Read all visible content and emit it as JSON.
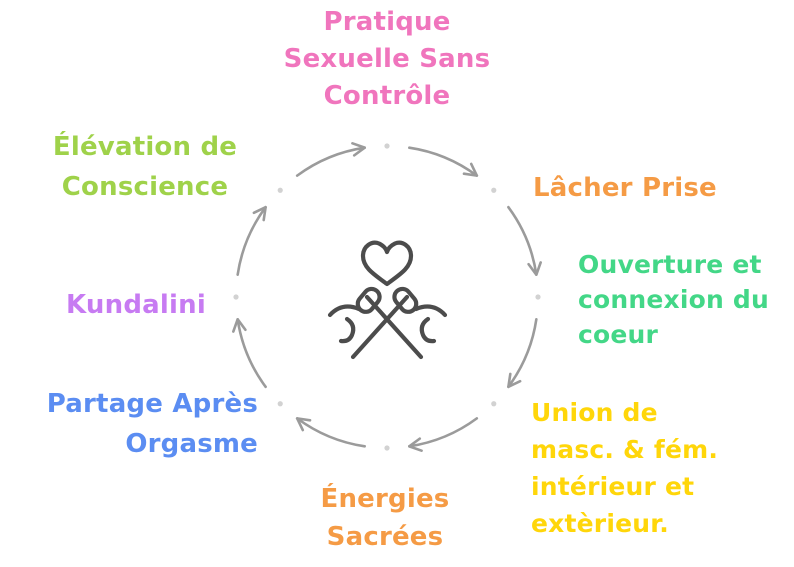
{
  "diagram": {
    "type": "cycle",
    "flow": "clockwise",
    "arrow_color": "#9b9b9b",
    "dot_color": "#d2d2d2",
    "icon": {
      "name": "heart-over-crossed-hands",
      "color": "#4c4c4c"
    },
    "nodes": [
      {
        "id": "pratique-sexuelle-sans-controle",
        "position": "top",
        "color": "#f075bd",
        "lines": [
          "Pratique",
          "Sexuelle Sans",
          "Contrôle"
        ]
      },
      {
        "id": "lacher-prise",
        "position": "top-right",
        "color": "#f59b45",
        "lines": [
          "Lâcher Prise"
        ]
      },
      {
        "id": "ouverture-connexion-coeur",
        "position": "right",
        "color": "#43d787",
        "lines": [
          "Ouverture et",
          "connexion du",
          "coeur"
        ]
      },
      {
        "id": "union-masc-fem",
        "position": "bottom-right",
        "color": "#ffd60a",
        "lines": [
          "Union de",
          "masc. & fém.",
          "intérieur et",
          "extèrieur."
        ]
      },
      {
        "id": "energies-sacrees",
        "position": "bottom",
        "color": "#f59b45",
        "lines": [
          "Énergies",
          "Sacrées"
        ]
      },
      {
        "id": "partage-apres-orgasme",
        "position": "bottom-left",
        "color": "#5b8df2",
        "lines": [
          "Partage Après",
          "Orgasme"
        ]
      },
      {
        "id": "kundalini",
        "position": "left",
        "color": "#c77bf2",
        "lines": [
          "Kundalini"
        ]
      },
      {
        "id": "elevation-conscience",
        "position": "top-left",
        "color": "#9fd24a",
        "lines": [
          "Élévation de",
          "Conscience"
        ]
      }
    ]
  }
}
